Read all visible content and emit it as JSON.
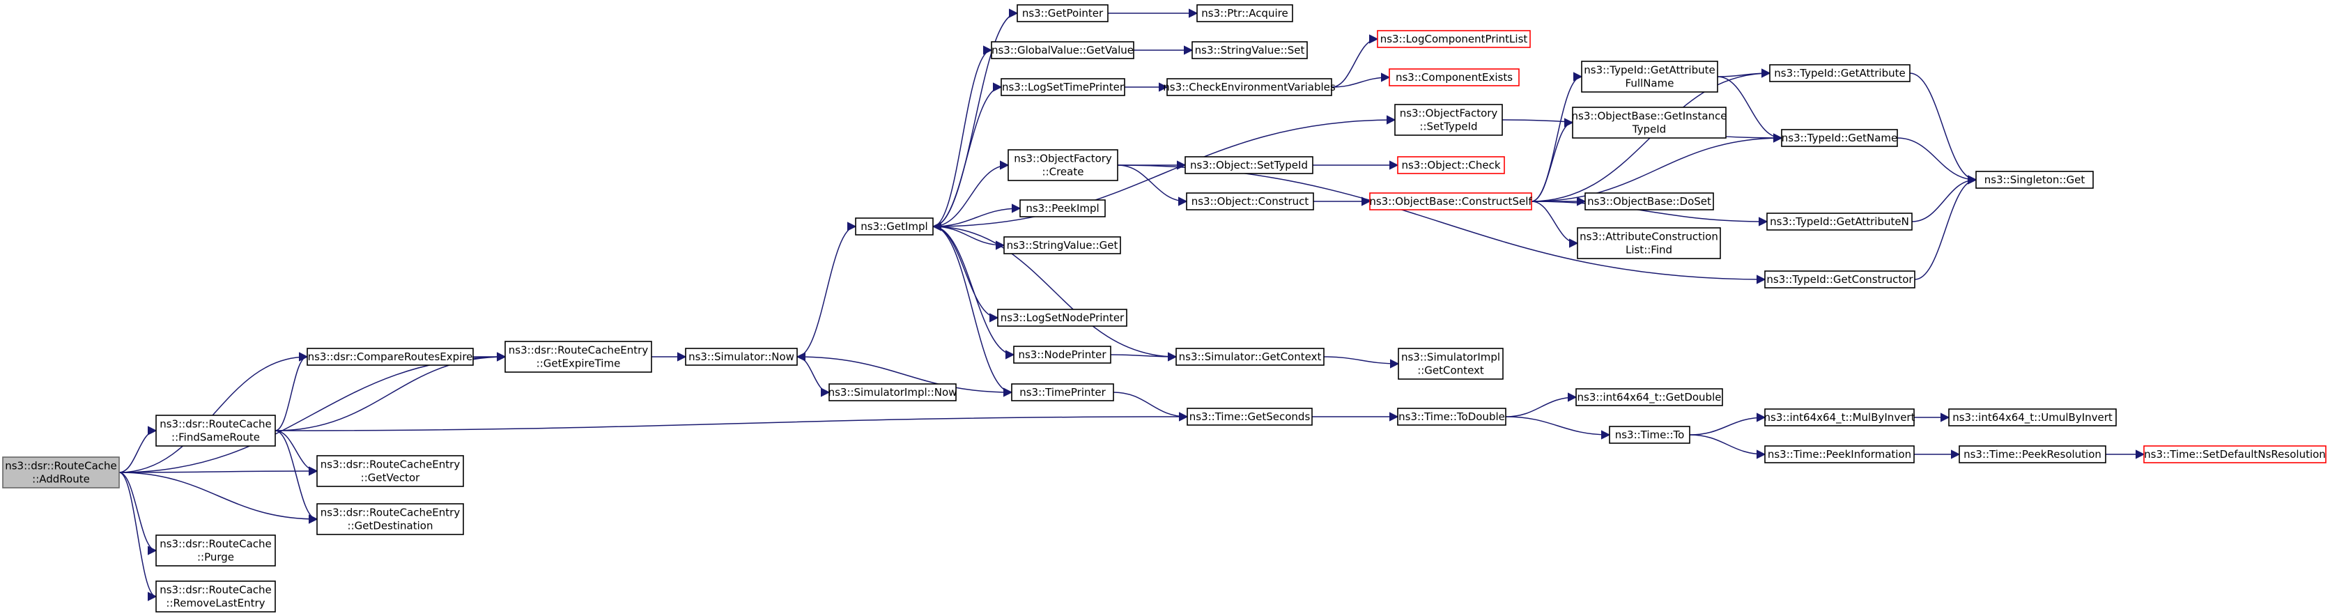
{
  "colors": {
    "edge": "#191970",
    "root_fill": "#bfbfbf",
    "red_border": "#ff0000"
  },
  "nodes": [
    {
      "id": "addroute",
      "lines": [
        "ns3::dsr::RouteCache",
        "::AddRoute"
      ],
      "style": "root"
    },
    {
      "id": "compare",
      "lines": [
        "ns3::dsr::CompareRoutesExpire"
      ]
    },
    {
      "id": "getexpire",
      "lines": [
        "ns3::dsr::RouteCacheEntry",
        "::GetExpireTime"
      ]
    },
    {
      "id": "findsame",
      "lines": [
        "ns3::dsr::RouteCache",
        "::FindSameRoute"
      ]
    },
    {
      "id": "getvector",
      "lines": [
        "ns3::dsr::RouteCacheEntry",
        "::GetVector"
      ]
    },
    {
      "id": "getdest",
      "lines": [
        "ns3::dsr::RouteCacheEntry",
        "::GetDestination"
      ]
    },
    {
      "id": "purge",
      "lines": [
        "ns3::dsr::RouteCache",
        "::Purge"
      ]
    },
    {
      "id": "removelast",
      "lines": [
        "ns3::dsr::RouteCache",
        "::RemoveLastEntry"
      ]
    },
    {
      "id": "simnow",
      "lines": [
        "ns3::Simulator::Now"
      ]
    },
    {
      "id": "simimplnow",
      "lines": [
        "ns3::SimulatorImpl::Now"
      ]
    },
    {
      "id": "getimpl",
      "lines": [
        "ns3::GetImpl"
      ]
    },
    {
      "id": "getpointer",
      "lines": [
        "ns3::GetPointer"
      ]
    },
    {
      "id": "globalvalue",
      "lines": [
        "ns3::GlobalValue::GetValue"
      ]
    },
    {
      "id": "logsettime",
      "lines": [
        "ns3::LogSetTimePrinter"
      ]
    },
    {
      "id": "objfactcreate",
      "lines": [
        "ns3::ObjectFactory",
        "::Create"
      ]
    },
    {
      "id": "peekimpl",
      "lines": [
        "ns3::PeekImpl"
      ]
    },
    {
      "id": "strvalget",
      "lines": [
        "ns3::StringValue::Get"
      ]
    },
    {
      "id": "logsetnode",
      "lines": [
        "ns3::LogSetNodePrinter"
      ]
    },
    {
      "id": "nodeprinter",
      "lines": [
        "ns3::NodePrinter"
      ]
    },
    {
      "id": "timeprinter",
      "lines": [
        "ns3::TimePrinter"
      ]
    },
    {
      "id": "ptracquire",
      "lines": [
        "ns3::Ptr::Acquire"
      ]
    },
    {
      "id": "strvalset",
      "lines": [
        "ns3::StringValue::Set"
      ]
    },
    {
      "id": "checkenv",
      "lines": [
        "ns3::CheckEnvironmentVariables"
      ]
    },
    {
      "id": "objsettype",
      "lines": [
        "ns3::Object::SetTypeId"
      ]
    },
    {
      "id": "objconstruct",
      "lines": [
        "ns3::Object::Construct"
      ]
    },
    {
      "id": "simgetcontext",
      "lines": [
        "ns3::Simulator::GetContext"
      ]
    },
    {
      "id": "timegetseconds",
      "lines": [
        "ns3::Time::GetSeconds"
      ]
    },
    {
      "id": "logcomplist",
      "lines": [
        "ns3::LogComponentPrintList"
      ],
      "style": "red"
    },
    {
      "id": "compexists",
      "lines": [
        "ns3::ComponentExists"
      ],
      "style": "red"
    },
    {
      "id": "objfactsettype",
      "lines": [
        "ns3::ObjectFactory",
        "::SetTypeId"
      ]
    },
    {
      "id": "objcheck",
      "lines": [
        "ns3::Object::Check"
      ],
      "style": "red"
    },
    {
      "id": "constructself",
      "lines": [
        "ns3::ObjectBase::ConstructSelf"
      ],
      "style": "red"
    },
    {
      "id": "simimplgetctx",
      "lines": [
        "ns3::SimulatorImpl",
        "::GetContext"
      ]
    },
    {
      "id": "timetodouble",
      "lines": [
        "ns3::Time::ToDouble"
      ]
    },
    {
      "id": "getattrfull",
      "lines": [
        "ns3::TypeId::GetAttribute",
        "FullName"
      ]
    },
    {
      "id": "getinstancetype",
      "lines": [
        "ns3::ObjectBase::GetInstance",
        "TypeId"
      ]
    },
    {
      "id": "doset",
      "lines": [
        "ns3::ObjectBase::DoSet"
      ]
    },
    {
      "id": "attrconstruct",
      "lines": [
        "ns3::AttributeConstruction",
        "List::Find"
      ]
    },
    {
      "id": "int64getdouble",
      "lines": [
        "ns3::int64x64_t::GetDouble"
      ]
    },
    {
      "id": "timeto",
      "lines": [
        "ns3::Time::To"
      ]
    },
    {
      "id": "typegetattr",
      "lines": [
        "ns3::TypeId::GetAttribute"
      ]
    },
    {
      "id": "typegetname",
      "lines": [
        "ns3::TypeId::GetName"
      ]
    },
    {
      "id": "typegetattrn",
      "lines": [
        "ns3::TypeId::GetAttributeN"
      ]
    },
    {
      "id": "typegetctor",
      "lines": [
        "ns3::TypeId::GetConstructor"
      ]
    },
    {
      "id": "mulbyinvert",
      "lines": [
        "ns3::int64x64_t::MulByInvert"
      ]
    },
    {
      "id": "peekinfo",
      "lines": [
        "ns3::Time::PeekInformation"
      ]
    },
    {
      "id": "singletonget",
      "lines": [
        "ns3::Singleton::Get"
      ]
    },
    {
      "id": "umulbyinvert",
      "lines": [
        "ns3::int64x64_t::UmulByInvert"
      ]
    },
    {
      "id": "peekres",
      "lines": [
        "ns3::Time::PeekResolution"
      ]
    },
    {
      "id": "setdefaultres",
      "lines": [
        "ns3::Time::SetDefaultNsResolution"
      ],
      "style": "red"
    }
  ],
  "edges": [
    [
      "addroute",
      "compare"
    ],
    [
      "addroute",
      "getexpire"
    ],
    [
      "addroute",
      "findsame"
    ],
    [
      "addroute",
      "getvector"
    ],
    [
      "addroute",
      "getdest"
    ],
    [
      "addroute",
      "purge"
    ],
    [
      "addroute",
      "removelast"
    ],
    [
      "compare",
      "getexpire"
    ],
    [
      "findsame",
      "compare"
    ],
    [
      "findsame",
      "getexpire"
    ],
    [
      "findsame",
      "getvector"
    ],
    [
      "findsame",
      "getdest"
    ],
    [
      "findsame",
      "timegetseconds"
    ],
    [
      "getexpire",
      "simnow"
    ],
    [
      "simnow",
      "getimpl"
    ],
    [
      "simnow",
      "simimplnow"
    ],
    [
      "getimpl",
      "getpointer"
    ],
    [
      "getimpl",
      "globalvalue"
    ],
    [
      "getimpl",
      "logsettime"
    ],
    [
      "getimpl",
      "objfactsettype"
    ],
    [
      "getimpl",
      "objfactcreate"
    ],
    [
      "getimpl",
      "peekimpl"
    ],
    [
      "getimpl",
      "strvalget"
    ],
    [
      "getimpl",
      "logsetnode"
    ],
    [
      "getimpl",
      "nodeprinter"
    ],
    [
      "getimpl",
      "timeprinter"
    ],
    [
      "getpointer",
      "ptracquire"
    ],
    [
      "globalvalue",
      "strvalset"
    ],
    [
      "logsettime",
      "checkenv"
    ],
    [
      "checkenv",
      "logcomplist"
    ],
    [
      "checkenv",
      "compexists"
    ],
    [
      "objfactcreate",
      "objsettype"
    ],
    [
      "objfactcreate",
      "objconstruct"
    ],
    [
      "objfactcreate",
      "typegetctor"
    ],
    [
      "objsettype",
      "objcheck"
    ],
    [
      "objconstruct",
      "constructself"
    ],
    [
      "objfactsettype",
      "typegetname"
    ],
    [
      "constructself",
      "getattrfull"
    ],
    [
      "constructself",
      "getinstancetype"
    ],
    [
      "constructself",
      "doset"
    ],
    [
      "constructself",
      "attrconstruct"
    ],
    [
      "constructself",
      "typegetattr"
    ],
    [
      "constructself",
      "typegetname"
    ],
    [
      "constructself",
      "typegetattrn"
    ],
    [
      "getattrfull",
      "typegetattr"
    ],
    [
      "getattrfull",
      "typegetname"
    ],
    [
      "typegetattr",
      "singletonget"
    ],
    [
      "typegetname",
      "singletonget"
    ],
    [
      "typegetattrn",
      "singletonget"
    ],
    [
      "typegetctor",
      "singletonget"
    ],
    [
      "nodeprinter",
      "simgetcontext"
    ],
    [
      "simgetcontext",
      "getimpl"
    ],
    [
      "simgetcontext",
      "simimplgetctx"
    ],
    [
      "timeprinter",
      "simnow"
    ],
    [
      "timeprinter",
      "timegetseconds"
    ],
    [
      "timegetseconds",
      "timetodouble"
    ],
    [
      "timetodouble",
      "int64getdouble"
    ],
    [
      "timetodouble",
      "timeto"
    ],
    [
      "timeto",
      "mulbyinvert"
    ],
    [
      "timeto",
      "peekinfo"
    ],
    [
      "mulbyinvert",
      "umulbyinvert"
    ],
    [
      "peekinfo",
      "peekres"
    ],
    [
      "peekres",
      "setdefaultres"
    ]
  ]
}
